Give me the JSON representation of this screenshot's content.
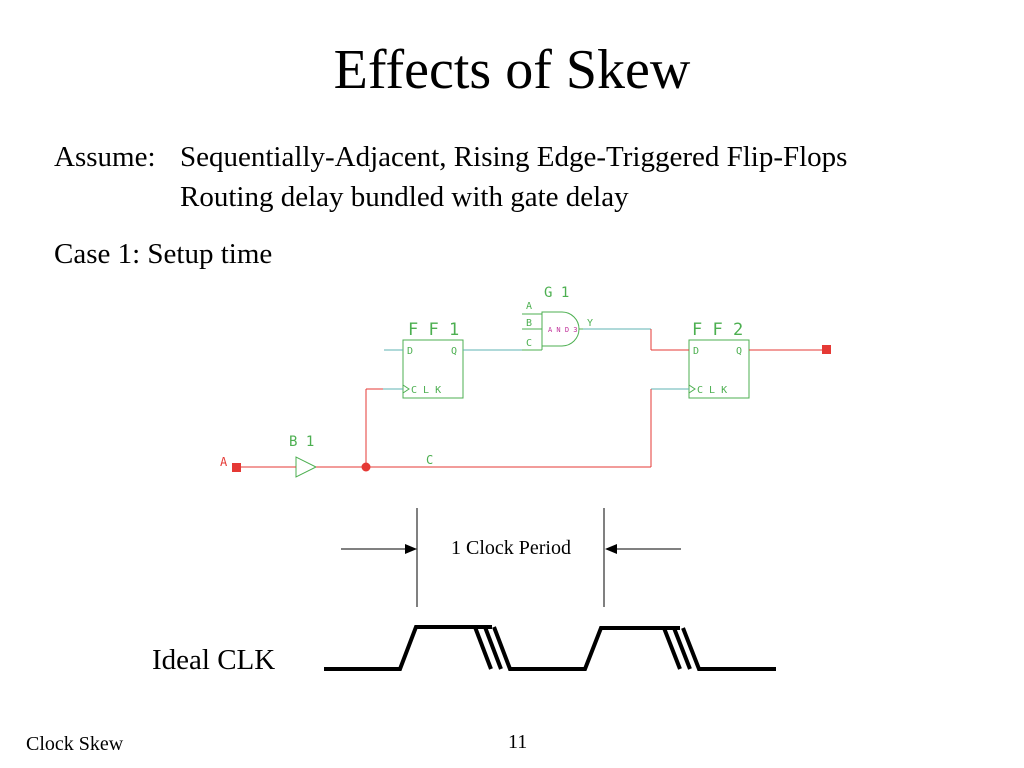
{
  "slide": {
    "title": "Effects of Skew",
    "assume_label": "Assume:",
    "assume_line1": "Sequentially-Adjacent, Rising Edge-Triggered Flip-Flops",
    "assume_line2": "Routing delay bundled with gate delay",
    "case_label": "Case 1: Setup time",
    "footer_left": "Clock Skew",
    "page_number": "11"
  },
  "schematic": {
    "colors": {
      "component": "#4caf50",
      "wire_teal": "#5fb3b3",
      "wire_red": "#e53935",
      "port": "#e53935",
      "and_label": "#c0309a"
    },
    "ff1": {
      "name": "F F 1",
      "d": "D",
      "q": "Q",
      "clk": "C L K"
    },
    "ff2": {
      "name": "F F 2",
      "d": "D",
      "q": "Q",
      "clk": "C L K"
    },
    "g1": {
      "name": "G 1",
      "type": "A N D 3",
      "a": "A",
      "b": "B",
      "c": "C",
      "y": "Y"
    },
    "b1": {
      "name": "B 1"
    },
    "port_a": "A",
    "net_c": "C"
  },
  "timing": {
    "clock_period_label": "1 Clock Period",
    "waveform_label": "Ideal CLK"
  }
}
